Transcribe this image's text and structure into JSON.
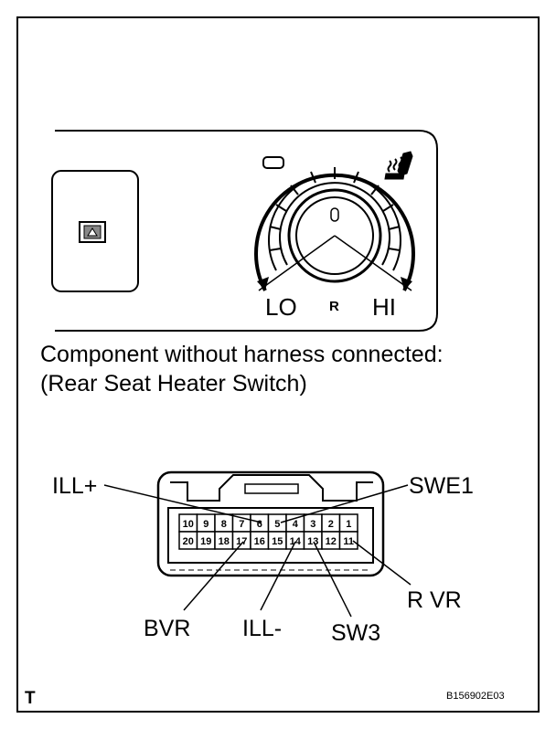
{
  "switch": {
    "lo": "LO",
    "r": "R",
    "hi": "HI"
  },
  "caption": {
    "line1": "Component without harness connected:",
    "line2": "(Rear Seat Heater Switch)"
  },
  "connector": {
    "row1": [
      "10",
      "9",
      "8",
      "7",
      "6",
      "5",
      "4",
      "3",
      "2",
      "1"
    ],
    "row2": [
      "20",
      "19",
      "18",
      "17",
      "16",
      "15",
      "14",
      "13",
      "12",
      "11"
    ],
    "labels": {
      "ill_plus": "ILL+",
      "swe1": "SWE1",
      "r_vr": "R VR",
      "bvr": "BVR",
      "ill_minus": "ILL-",
      "sw3": "SW3"
    }
  },
  "footer": {
    "corner": "T",
    "code": "B156902E03"
  }
}
